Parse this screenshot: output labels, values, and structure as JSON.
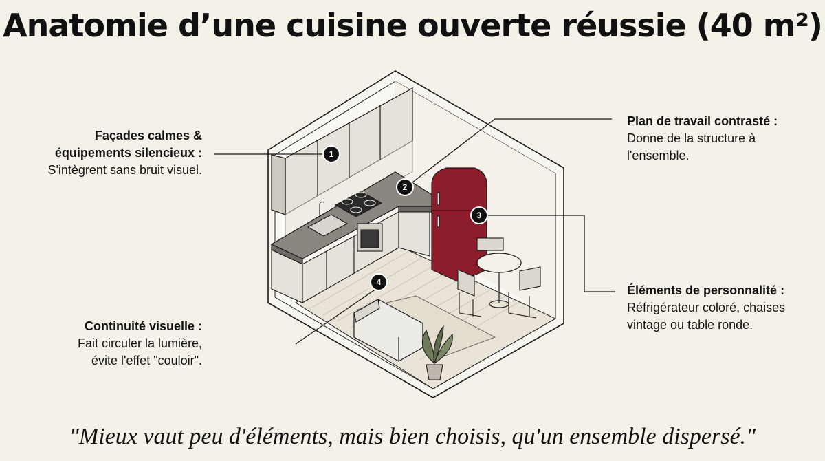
{
  "title": "Anatomie d’une cuisine ouverte réussie (40 m²)",
  "callouts": [
    {
      "number": "1",
      "heading": [
        "Façades calmes &",
        "équipements silencieux :"
      ],
      "text": [
        "S'intègrent sans bruit visuel."
      ]
    },
    {
      "number": "2",
      "heading": [
        "Plan de travail contrasté :"
      ],
      "text": [
        "Donne de la structure à",
        "l'ensemble."
      ]
    },
    {
      "number": "3",
      "heading": [
        "Éléments de personnalité :"
      ],
      "text": [
        "Réfrigérateur coloré, chaises",
        "vintage ou table ronde."
      ]
    },
    {
      "number": "4",
      "heading": [
        "Continuité visuelle :"
      ],
      "text": [
        "Fait circuler la lumière,",
        "évite l'effet \"couloir\"."
      ]
    }
  ],
  "quote": "\"Mieux vaut peu d'éléments, mais bien choisis, qu'un ensemble dispersé.\"",
  "colors": {
    "background": "#f4f1e9",
    "fridge": "#8e1d2b",
    "countertop": "#8c8681",
    "marker": "#111111"
  }
}
